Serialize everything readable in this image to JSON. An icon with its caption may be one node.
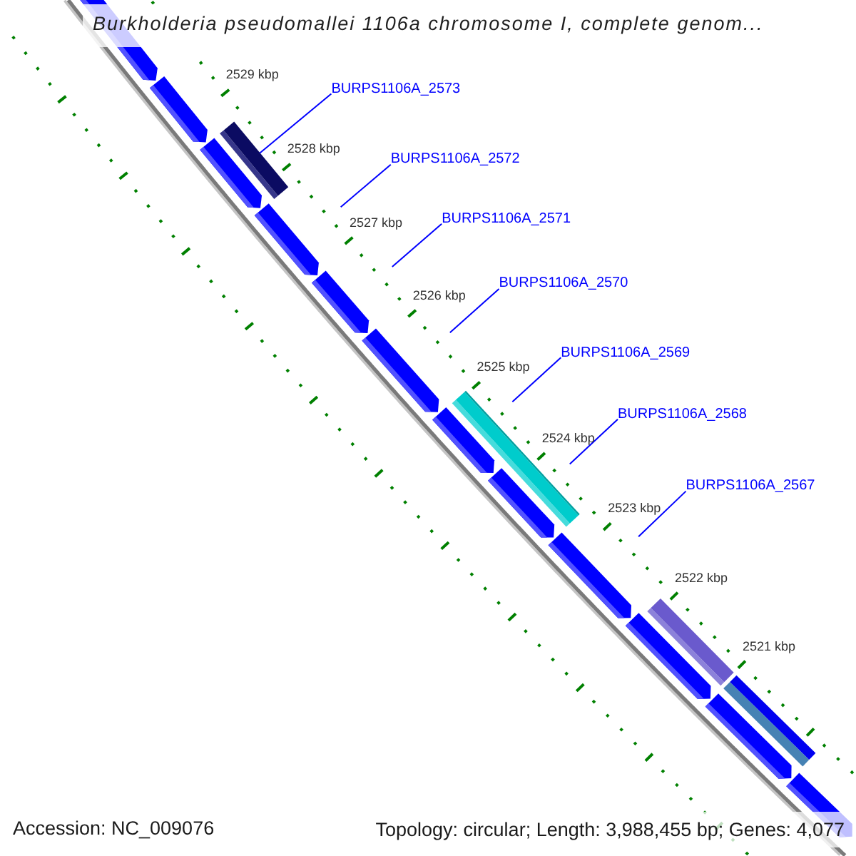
{
  "diagram": {
    "title": "Burkholderia pseudomallei 1106a chromosome I, complete genom...",
    "nodes": [
      {
        "text": [
          "BURPS1106A_2573"
        ]
      },
      {
        "text": [],
        "shape": "bar"
      },
      {
        "text": [
          "BURPS1106A_2572"
        ]
      },
      {
        "text": [
          "BURPS1106A_2571"
        ]
      },
      {
        "text": [
          "BURPS1106A_2570"
        ]
      },
      {
        "text": [
          "BURPS1106A_2569"
        ]
      },
      {
        "text": [
          "BURPS1106A_2568"
        ]
      },
      {
        "text": [
          "BURPS1106A_2567"
        ]
      }
    ],
    "edges": [
      {
        "from": 0,
        "to": 1,
        "arrow": "none"
      },
      {
        "from": 2,
        "to": null,
        "arrow": "none"
      },
      {
        "from": 3,
        "to": null,
        "arrow": "none"
      },
      {
        "from": 4,
        "to": null,
        "arrow": "none"
      },
      {
        "from": 5,
        "to": null,
        "arrow": "none"
      },
      {
        "from": 6,
        "to": null,
        "arrow": "none"
      },
      {
        "from": 7,
        "to": null,
        "arrow": "none"
      }
    ],
    "labels": [
      "2529 kbp",
      "2528 kbp",
      "2527 kbp",
      "2526 kbp",
      "2525 kbp",
      "2524 kbp",
      "2523 kbp",
      "2522 kbp",
      "2521 kbp",
      "Accession: NC_009076",
      "Topology: circular; Length: 3,988,455 bp; Genes: 4,077"
    ]
  }
}
